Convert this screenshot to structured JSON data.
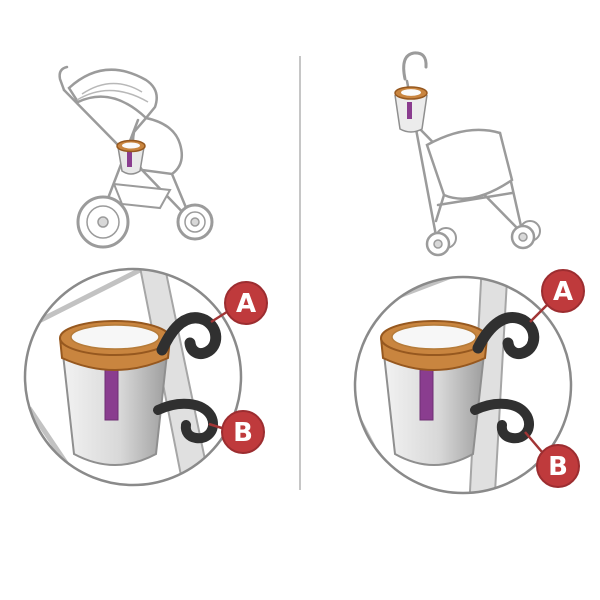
{
  "diagram": {
    "background": "#ffffff",
    "divider_color": "#c6c6c6",
    "colors": {
      "badge": "#bf3a3c",
      "badge_border": "#9c2d30",
      "badge_text": "#ffffff",
      "rim": "#c9853f",
      "rim_border": "#96581f",
      "strip": "#8a3d8f",
      "line_art": "#9b9b9b",
      "tube": "#e0e0e0",
      "strap": "#303030",
      "leader": "#a13535"
    },
    "left_panel": {
      "stroller": "standard-stroller",
      "detail_labels": [
        {
          "text": "A"
        },
        {
          "text": "B"
        }
      ]
    },
    "right_panel": {
      "stroller": "umbrella-stroller",
      "detail_labels": [
        {
          "text": "A"
        },
        {
          "text": "B"
        }
      ]
    }
  }
}
